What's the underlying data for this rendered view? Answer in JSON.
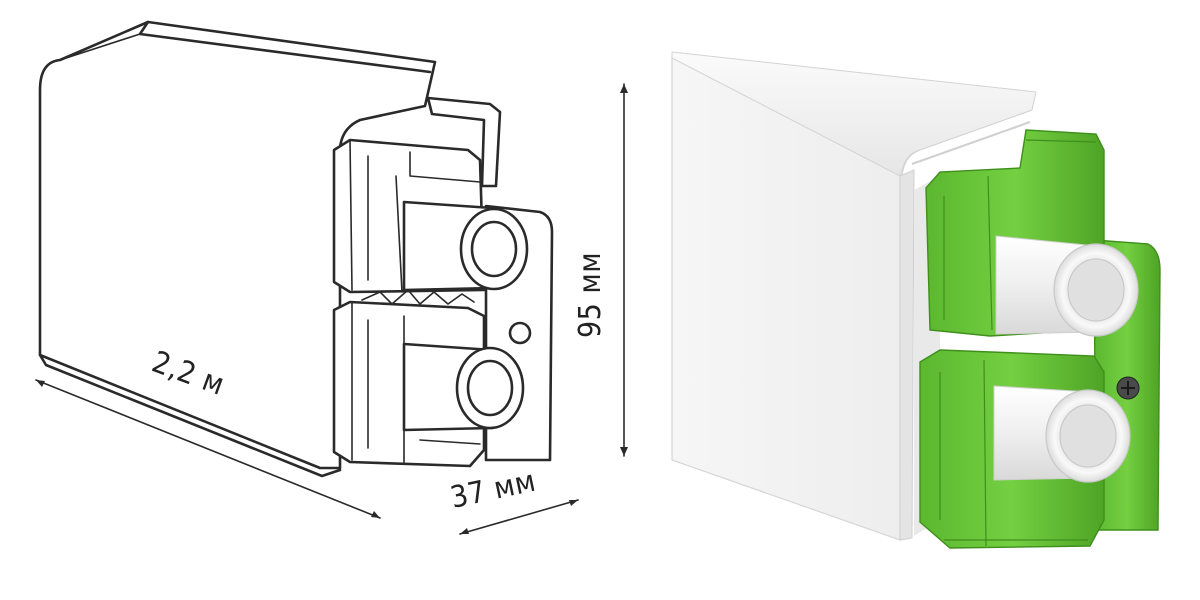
{
  "dimensions": {
    "length": "2,2 м",
    "depth": "37 мм",
    "height": "95 мм"
  },
  "colors": {
    "clip_green": "#6cc93a",
    "clip_green_dark": "#4fa826",
    "profile_white": "#f4f5f4",
    "pipe_white": "#f7f7f7",
    "line": "#2a2a2a"
  }
}
